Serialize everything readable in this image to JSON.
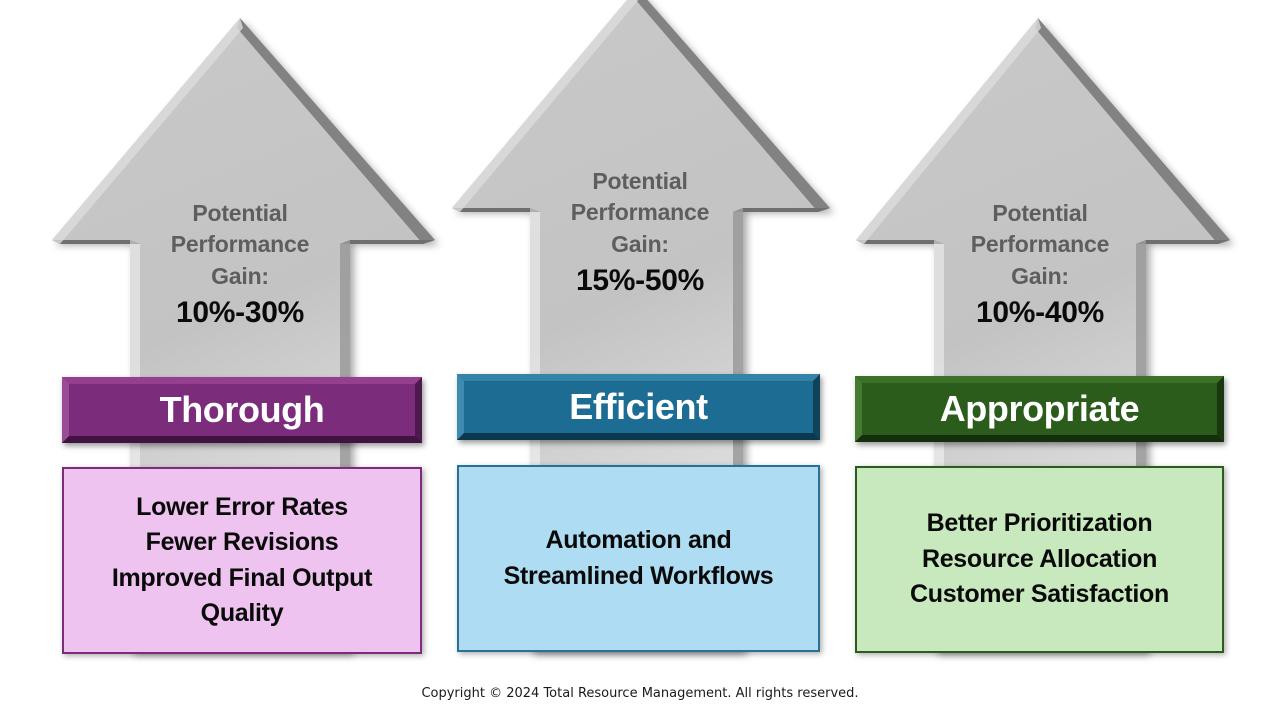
{
  "slide": {
    "background_color": "#ffffff",
    "footer": "Copyright © 2024 Total Resource Management. All rights reserved."
  },
  "gain_label_text": {
    "line1": "Potential",
    "line2": "Performance",
    "line3": "Gain:"
  },
  "columns": [
    {
      "id": "thorough",
      "gain_label_line1": "Potential",
      "gain_label_line2": "Performance",
      "gain_label_line3": "Gain:",
      "gain_value": "10%-30%",
      "title": "Thorough",
      "title_bar_color": "#7b2d7b",
      "benefit_box_color": "#efc3ef",
      "benefit_border_color": "#7b2d7b",
      "benefits": [
        "Lower Error Rates",
        "Fewer Revisions",
        "Improved Final Output Quality"
      ]
    },
    {
      "id": "efficient",
      "gain_label_line1": "Potential",
      "gain_label_line2": "Performance",
      "gain_label_line3": "Gain:",
      "gain_value": "15%-50%",
      "title": "Efficient",
      "title_bar_color": "#1d6c94",
      "benefit_box_color": "#aedcf2",
      "benefit_border_color": "#2b6f95",
      "benefits": [
        "Automation and",
        "Streamlined Workflows"
      ]
    },
    {
      "id": "appropriate",
      "gain_label_line1": "Potential",
      "gain_label_line2": "Performance",
      "gain_label_line3": "Gain:",
      "gain_value": "10%-40%",
      "title": "Appropriate",
      "title_bar_color": "#2b5c1c",
      "benefit_box_color": "#c8e8be",
      "benefit_border_color": "#2b5c1c",
      "benefits": [
        "Better Prioritization",
        "Resource Allocation",
        "Customer Satisfaction"
      ]
    }
  ]
}
